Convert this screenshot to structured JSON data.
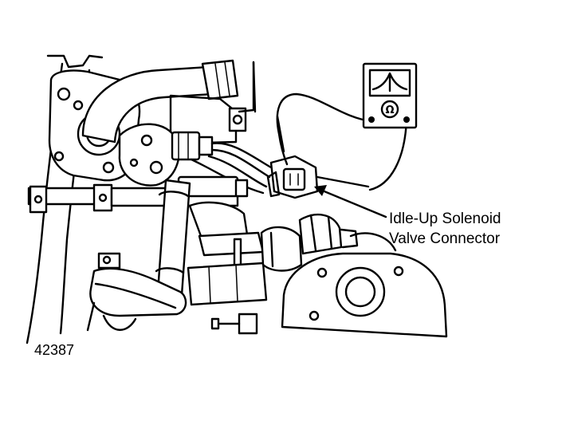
{
  "callout": {
    "line1": "Idle-Up Solenoid",
    "line2": "Valve Connector"
  },
  "figure_number": "42387",
  "meter": {
    "terminal_symbol": "Ω"
  }
}
